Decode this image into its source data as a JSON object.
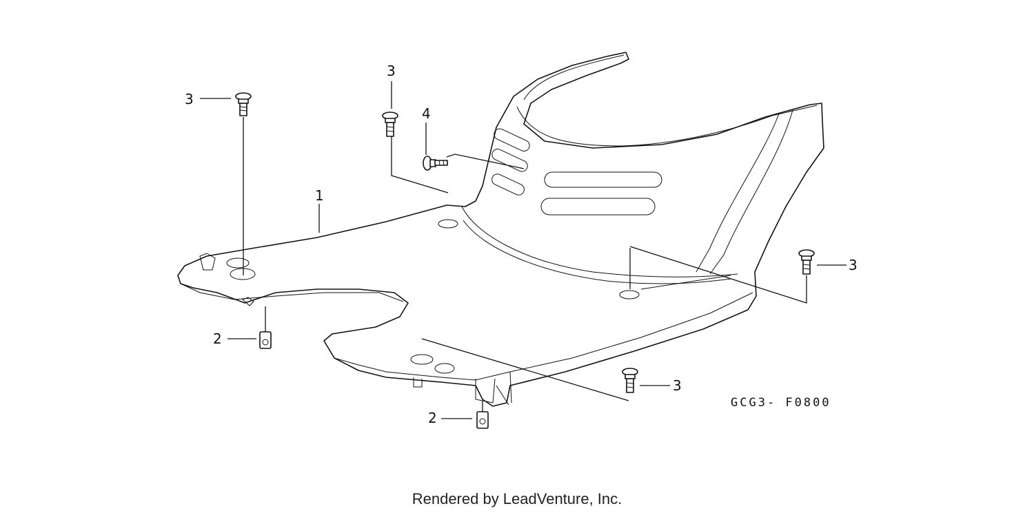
{
  "callouts": {
    "c1": "1",
    "c2a": "2",
    "c2b": "2",
    "c3a": "3",
    "c3b": "3",
    "c3c": "3",
    "c3d": "3",
    "c4": "4"
  },
  "diagram_code": "GCG3- F0800",
  "footer": "Rendered by LeadVenture, Inc."
}
